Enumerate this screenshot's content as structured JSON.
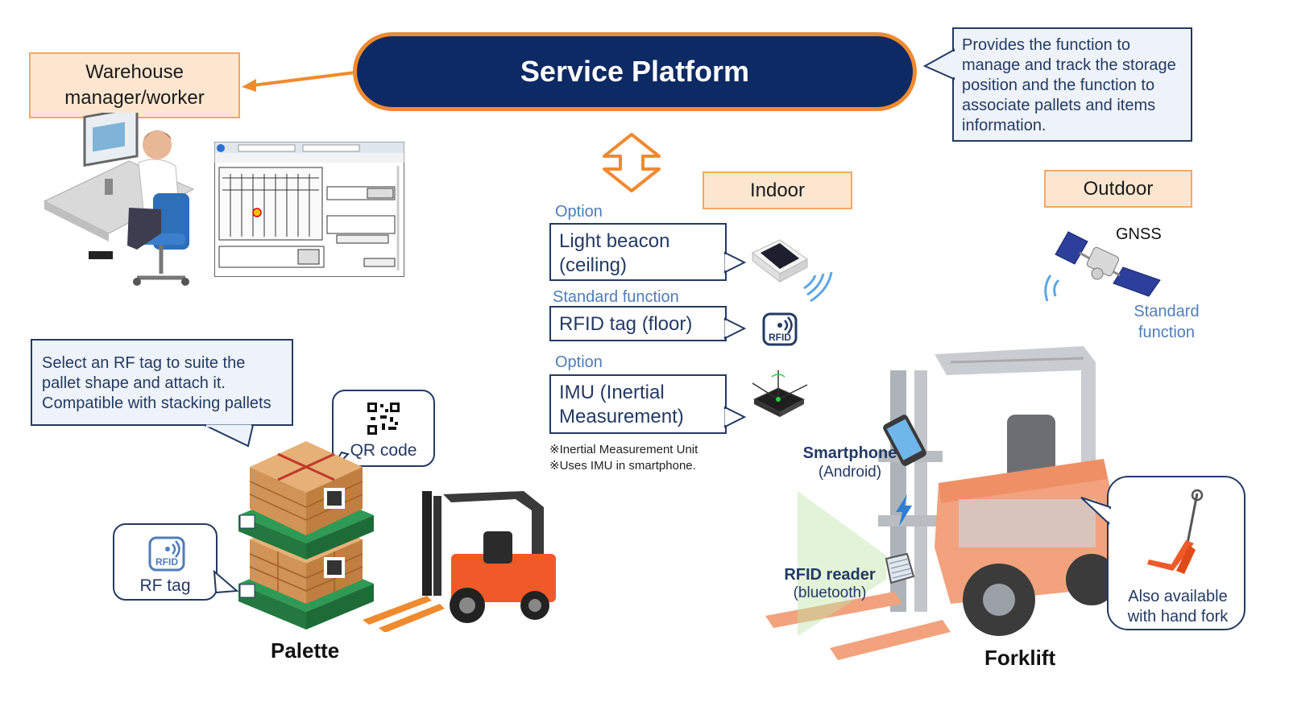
{
  "platform": {
    "title": "Service Platform"
  },
  "manager": {
    "label": "Warehouse manager/worker"
  },
  "platform_callout": {
    "text": "Provides the function to manage and track the storage position and the function to associate pallets and items information."
  },
  "indoor": {
    "label": "Indoor"
  },
  "outdoor": {
    "label": "Outdoor"
  },
  "options": {
    "light_beacon": {
      "tag": "Option",
      "label": "Light beacon (ceiling)"
    },
    "rfid_floor": {
      "tag": "Standard function",
      "label": "RFID tag (floor)"
    },
    "imu": {
      "tag": "Option",
      "label": "IMU (Inertial Measurement)"
    }
  },
  "notes": {
    "line1": "※Inertial Measurement Unit",
    "line2": "※Uses IMU in smartphone."
  },
  "gnss": {
    "label": "GNSS",
    "sub": "Standard function"
  },
  "pallet_callout": {
    "text": "Select an RF tag to suite the pallet shape and attach it. Compatible with stacking pallets"
  },
  "qr_bubble": {
    "label": "QR code"
  },
  "rf_bubble": {
    "label": "RF tag"
  },
  "palette": {
    "label": "Palette"
  },
  "forklift": {
    "label": "Forklift"
  },
  "smartphone": {
    "label": "Smartphone",
    "sub": "(Android)"
  },
  "rfid_reader": {
    "label": "RFID reader",
    "sub": "(bluetooth)"
  },
  "hand_fork": {
    "label": "Also available with hand fork"
  },
  "icons": {
    "rfid_text": "RFID"
  },
  "colors": {
    "navy": "#0c2a63",
    "orange": "#f08a2e",
    "accent_blue": "#4f7db8",
    "green": "#2e8b4a"
  }
}
